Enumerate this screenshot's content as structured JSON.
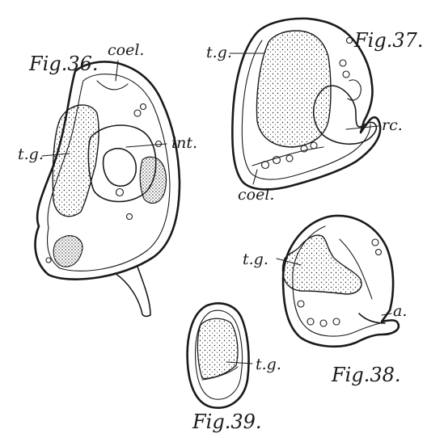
{
  "figures": [
    {
      "id": "fig36",
      "caption": "Fig.36.",
      "labels": {
        "coel": "coel.",
        "tg": "t.g.",
        "int": "int."
      }
    },
    {
      "id": "fig37",
      "caption": "Fig.37.",
      "labels": {
        "tg": "t.g.",
        "rc": "rc.",
        "coel": "coel."
      }
    },
    {
      "id": "fig38",
      "caption": "Fig.38.",
      "labels": {
        "tg": "t.g.",
        "a": "a."
      }
    },
    {
      "id": "fig39",
      "caption": "Fig.39.",
      "labels": {
        "tg": "t.g."
      }
    }
  ],
  "colors": {
    "ink": "#1a1a1a",
    "paper": "#ffffff"
  }
}
